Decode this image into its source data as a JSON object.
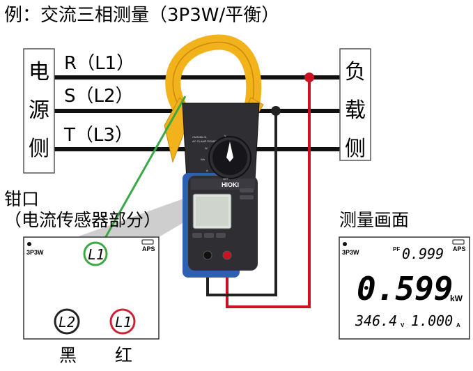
{
  "title": "例：交流三相测量（3P3W/平衡）",
  "source_side": [
    "电",
    "源",
    "侧"
  ],
  "load_side": [
    "负",
    "载",
    "侧"
  ],
  "lines": [
    "R（L1）",
    "S（L2）",
    "T（L3）"
  ],
  "clamp_label": "钳口",
  "clamp_sublabel": "（电流传感器部分）",
  "screen_label": "测量画面",
  "black_label": "黑",
  "red_label": "红",
  "left_screen": {
    "mode": "3P3W",
    "aps": "APS",
    "top_indicator": "L1",
    "black_indicator": "L2",
    "red_indicator": "L1"
  },
  "right_screen": {
    "mode": "3P3W",
    "aps": "APS",
    "pf_label": "PF",
    "pf_value": "0.999",
    "main_value": "0.599",
    "main_unit": "kW",
    "voltage": "346.4",
    "voltage_unit": "V",
    "current": "1.000",
    "current_unit": "A"
  },
  "device": {
    "brand": "HIOKI",
    "model": "CM3286-01",
    "sub": "AC CLAMP POWER METER",
    "dial_labels": [
      "OFF",
      "W",
      "Wh",
      "A",
      "V"
    ]
  },
  "colors": {
    "clamp": "#f2b21b",
    "body": "#2f2f33",
    "blue": "#2f5fb0",
    "red_wire": "#cc1122",
    "black_wire": "#222222",
    "green_pointer": "#3aa845",
    "red_ring": "#cc2233",
    "cone": "#c4c4c4"
  }
}
